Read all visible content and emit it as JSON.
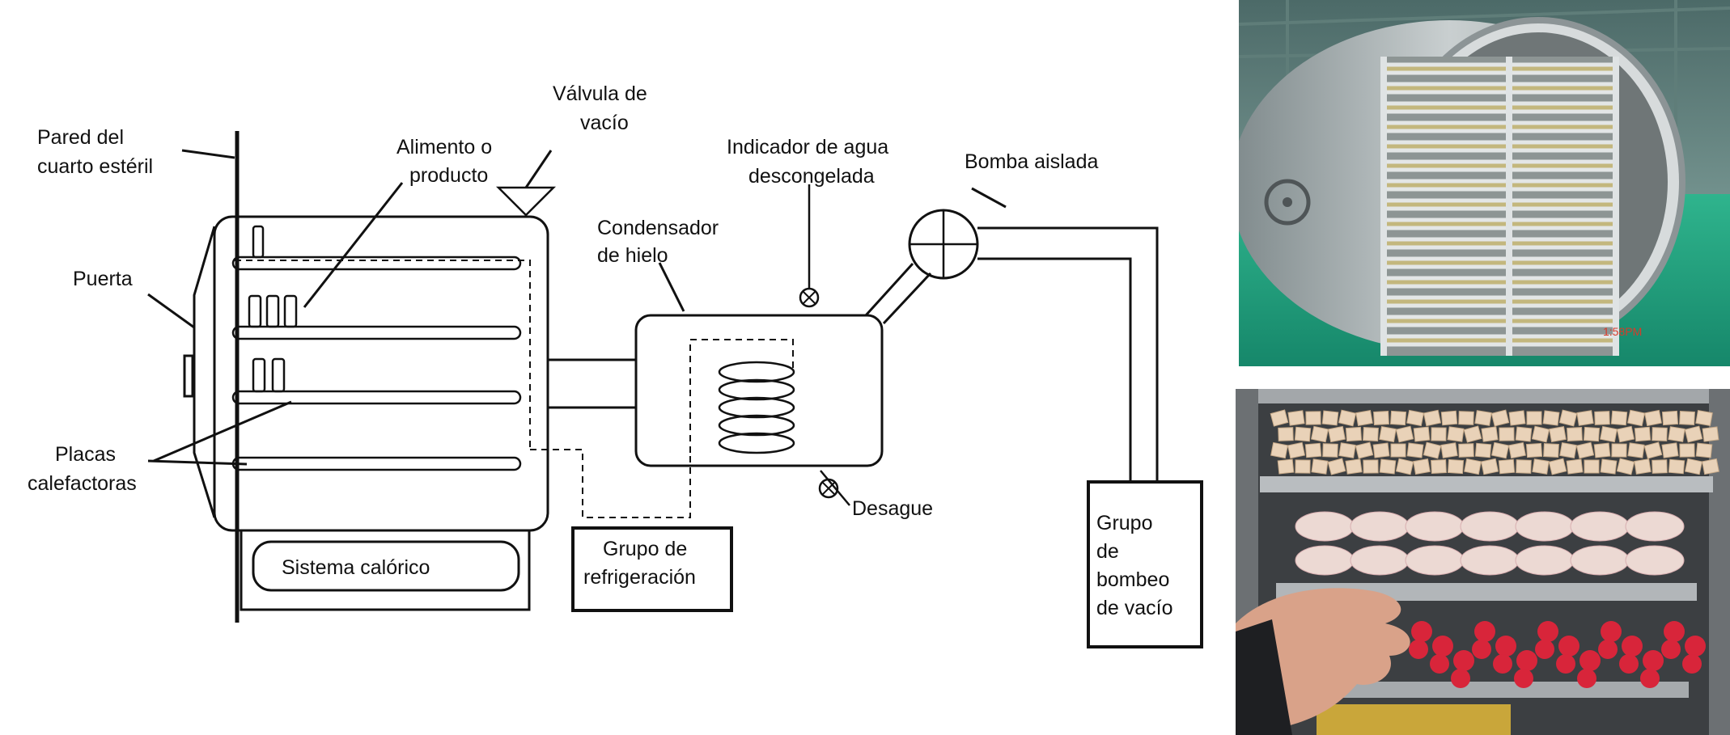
{
  "diagram": {
    "labels": {
      "wall_line1": "Pared del",
      "wall_line2": "cuarto estéril",
      "door": "Puerta",
      "plates_line1": "Placas",
      "plates_line2": "calefactoras",
      "food_line1": "Alimento o",
      "food_line2": "producto",
      "valve_line1": "Válvula de",
      "valve_line2": "vacío",
      "condenser_line1": "Condensador",
      "condenser_line2": "de hielo",
      "indicator_line1": "Indicador de agua",
      "indicator_line2": "descongelada",
      "pump": "Bomba aislada",
      "drain": "Desague",
      "heating_system": "Sistema calórico",
      "refrigeration_line1": "Grupo de",
      "refrigeration_line2": "refrigeración",
      "vacuum_line1": "Grupo",
      "vacuum_line2": "de",
      "vacuum_line3": "bombeo",
      "vacuum_line4": "de vacío"
    }
  },
  "photos": {
    "chamber": {
      "timestamp": "1:58PM"
    }
  },
  "colors": {
    "line": "#111111",
    "steel": "#b8bcbf",
    "floor_green": "#1fa37c",
    "strawberry": "#d8253a"
  }
}
